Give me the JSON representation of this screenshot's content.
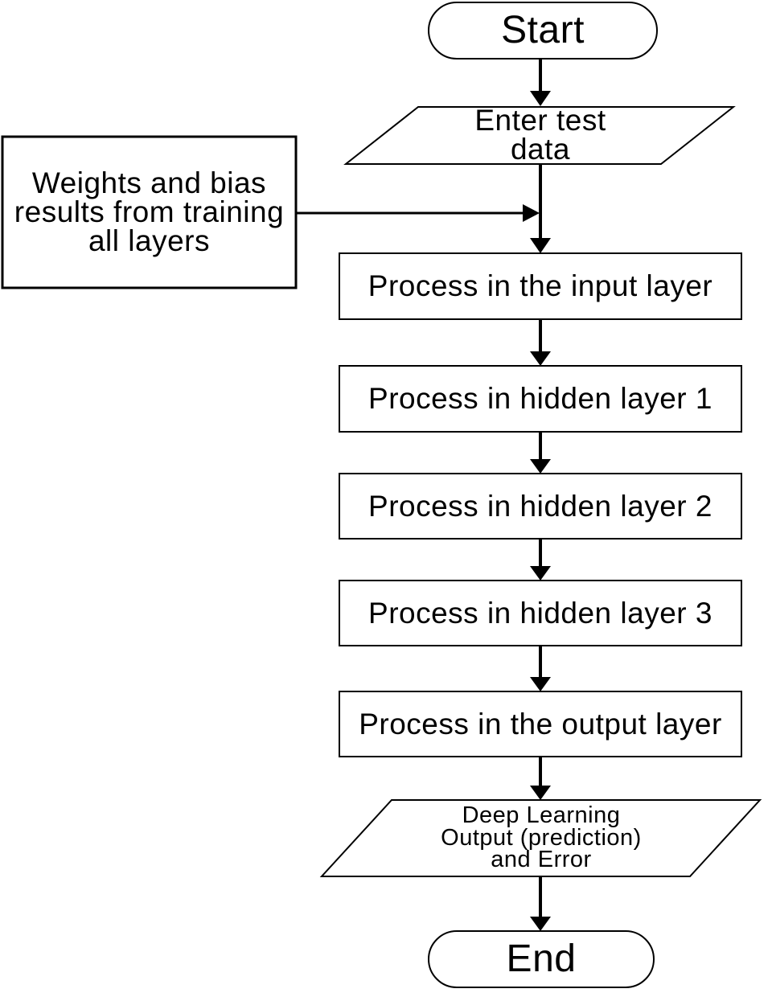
{
  "nodes": {
    "start": {
      "label": "Start",
      "shape": "terminator"
    },
    "enter_test_data": {
      "label": "Enter test\ndata",
      "shape": "parallelogram"
    },
    "weights_bias": {
      "label": "Weights and bias\nresults from training\nall layers",
      "shape": "rectangle"
    },
    "process_input": {
      "label": "Process in the input layer",
      "shape": "rectangle"
    },
    "process_hidden1": {
      "label": "Process in hidden layer 1",
      "shape": "rectangle"
    },
    "process_hidden2": {
      "label": "Process in hidden layer 2",
      "shape": "rectangle"
    },
    "process_hidden3": {
      "label": "Process in hidden layer 3",
      "shape": "rectangle"
    },
    "process_output": {
      "label": "Process in the output layer",
      "shape": "rectangle"
    },
    "dl_output": {
      "label": "Deep Learning\nOutput (prediction)\nand Error",
      "shape": "parallelogram"
    },
    "end": {
      "label": "End",
      "shape": "terminator"
    }
  },
  "edges": [
    {
      "from": "start",
      "to": "enter_test_data"
    },
    {
      "from": "enter_test_data",
      "to": "process_input"
    },
    {
      "from": "weights_bias",
      "to": "process_input"
    },
    {
      "from": "process_input",
      "to": "process_hidden1"
    },
    {
      "from": "process_hidden1",
      "to": "process_hidden2"
    },
    {
      "from": "process_hidden2",
      "to": "process_hidden3"
    },
    {
      "from": "process_hidden3",
      "to": "process_output"
    },
    {
      "from": "process_output",
      "to": "dl_output"
    },
    {
      "from": "dl_output",
      "to": "end"
    }
  ],
  "colors": {
    "stroke": "#000000",
    "fill": "#ffffff",
    "text": "#000000"
  }
}
